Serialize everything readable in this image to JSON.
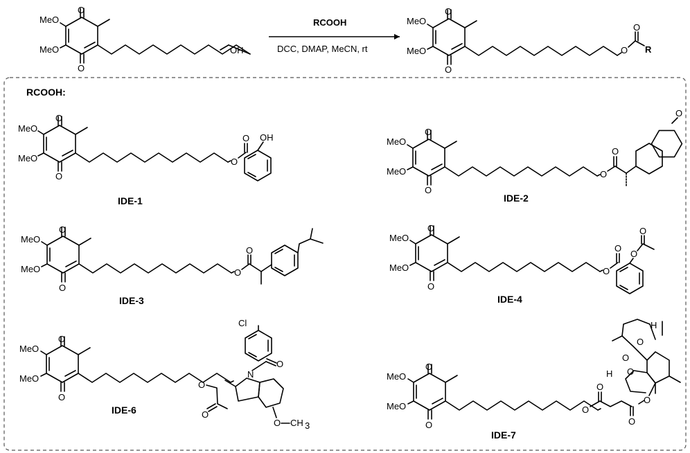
{
  "scheme": {
    "reagent_top": "RCOOH",
    "conditions": "DCC, DMAP, MeCN, rt",
    "header": "RCOOH:"
  },
  "atoms": {
    "meo": "MeO",
    "o": "O",
    "oh": "OH",
    "r": "R",
    "cl": "Cl",
    "n": "N",
    "h": "H",
    "och3_o": "O",
    "och3_ch": "CH",
    "och3_sub": "3"
  },
  "compounds": [
    {
      "id": "ide1",
      "label": "IDE-1"
    },
    {
      "id": "ide2",
      "label": "IDE-2"
    },
    {
      "id": "ide3",
      "label": "IDE-3"
    },
    {
      "id": "ide4",
      "label": "IDE-4"
    },
    {
      "id": "ide6",
      "label": "IDE-6"
    },
    {
      "id": "ide7",
      "label": "IDE-7"
    }
  ]
}
